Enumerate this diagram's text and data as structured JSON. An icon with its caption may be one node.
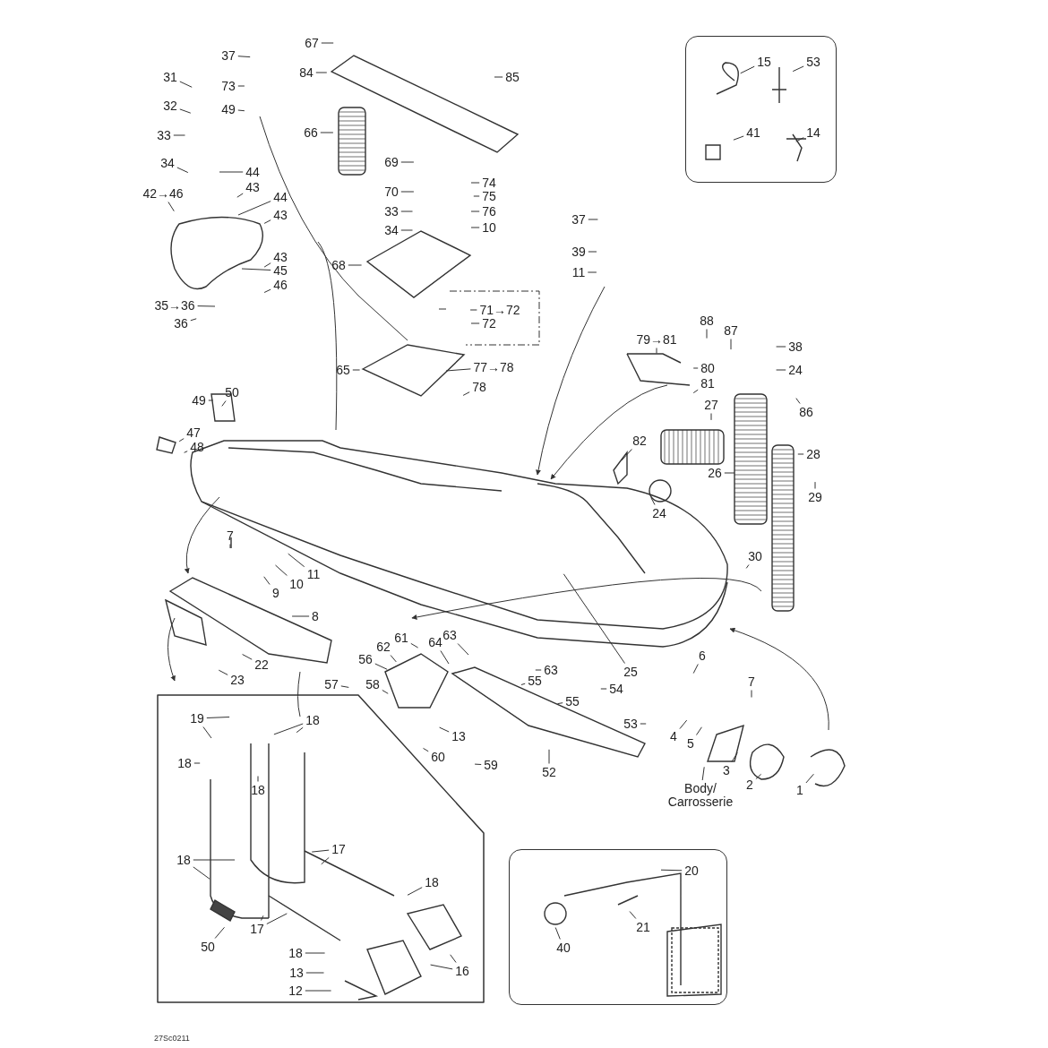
{
  "diagram": {
    "nodes": [
      {
        "text": [
          "37"
        ]
      },
      {
        "text": [
          "73"
        ]
      },
      {
        "text": [
          "49"
        ]
      },
      {
        "text": [
          "31"
        ]
      },
      {
        "text": [
          "32"
        ]
      },
      {
        "text": [
          "33"
        ]
      },
      {
        "text": [
          "34"
        ]
      },
      {
        "text": [
          "42→46"
        ]
      },
      {
        "text": [
          "44"
        ]
      },
      {
        "text": [
          "43"
        ]
      },
      {
        "text": [
          "44"
        ]
      },
      {
        "text": [
          "43"
        ]
      },
      {
        "text": [
          "43"
        ]
      },
      {
        "text": [
          "45"
        ]
      },
      {
        "text": [
          "46"
        ]
      },
      {
        "text": [
          "35→36"
        ]
      },
      {
        "text": [
          "36"
        ]
      },
      {
        "text": [
          "67"
        ]
      },
      {
        "text": [
          "84"
        ]
      },
      {
        "text": [
          "85"
        ]
      },
      {
        "text": [
          "66"
        ]
      },
      {
        "text": [
          "69"
        ]
      },
      {
        "text": [
          "70"
        ]
      },
      {
        "text": [
          "33"
        ]
      },
      {
        "text": [
          "34"
        ]
      },
      {
        "text": [
          "74"
        ]
      },
      {
        "text": [
          "75"
        ]
      },
      {
        "text": [
          "76"
        ]
      },
      {
        "text": [
          "10"
        ]
      },
      {
        "text": [
          "68"
        ]
      },
      {
        "text": [
          "71→72"
        ]
      },
      {
        "text": [
          "72"
        ]
      },
      {
        "text": [
          "65"
        ]
      },
      {
        "text": [
          "77→78"
        ]
      },
      {
        "text": [
          "78"
        ]
      },
      {
        "text": [],
        "shape": "box"
      },
      {
        "text": [
          "15"
        ],
        "in": 35
      },
      {
        "text": [
          "53"
        ],
        "in": 35
      },
      {
        "text": [
          "41"
        ],
        "in": 35
      },
      {
        "text": [
          "14"
        ],
        "in": 35
      },
      {
        "text": [
          "37"
        ]
      },
      {
        "text": [
          "39"
        ]
      },
      {
        "text": [
          "11"
        ]
      },
      {
        "text": [
          "88"
        ]
      },
      {
        "text": [
          "87"
        ]
      },
      {
        "text": [
          "79→81"
        ]
      },
      {
        "text": [
          "38"
        ]
      },
      {
        "text": [
          "80"
        ]
      },
      {
        "text": [
          "81"
        ]
      },
      {
        "text": [
          "24"
        ]
      },
      {
        "text": [
          "86"
        ]
      },
      {
        "text": [
          "27"
        ]
      },
      {
        "text": [
          "82"
        ]
      },
      {
        "text": [
          "28"
        ]
      },
      {
        "text": [
          "26"
        ]
      },
      {
        "text": [
          "29"
        ]
      },
      {
        "text": [
          "24"
        ]
      },
      {
        "text": [
          "30"
        ]
      },
      {
        "text": [
          "49"
        ]
      },
      {
        "text": [
          "50"
        ]
      },
      {
        "text": [
          "47"
        ]
      },
      {
        "text": [
          "48"
        ]
      },
      {
        "text": [
          "7"
        ]
      },
      {
        "text": [
          "11"
        ]
      },
      {
        "text": [
          "10"
        ]
      },
      {
        "text": [
          "9"
        ]
      },
      {
        "text": [
          "8"
        ]
      },
      {
        "text": [
          "22"
        ]
      },
      {
        "text": [
          "23"
        ]
      },
      {
        "text": [
          "61"
        ]
      },
      {
        "text": [
          "62"
        ]
      },
      {
        "text": [
          "64"
        ]
      },
      {
        "text": [
          "63"
        ]
      },
      {
        "text": [
          "56"
        ]
      },
      {
        "text": [
          "57"
        ]
      },
      {
        "text": [
          "58"
        ]
      },
      {
        "text": [
          "13"
        ]
      },
      {
        "text": [
          "60"
        ]
      },
      {
        "text": [
          "59"
        ]
      },
      {
        "text": [
          "63"
        ]
      },
      {
        "text": [
          "55"
        ]
      },
      {
        "text": [
          "54"
        ]
      },
      {
        "text": [
          "55"
        ]
      },
      {
        "text": [
          "53"
        ]
      },
      {
        "text": [
          "52"
        ]
      },
      {
        "text": [
          "25"
        ]
      },
      {
        "text": [
          "6"
        ]
      },
      {
        "text": [
          "7"
        ]
      },
      {
        "text": [
          "4"
        ]
      },
      {
        "text": [
          "5"
        ]
      },
      {
        "text": [
          "3"
        ]
      },
      {
        "text": [
          "2"
        ]
      },
      {
        "text": [
          "1"
        ]
      },
      {
        "text": [
          "Body/ Carrosserie"
        ]
      },
      {
        "text": [],
        "shape": "box"
      },
      {
        "text": [
          "19"
        ],
        "in": 94
      },
      {
        "text": [
          "18"
        ],
        "in": 94
      },
      {
        "text": [
          "18"
        ],
        "in": 94
      },
      {
        "text": [
          "18"
        ],
        "in": 94
      },
      {
        "text": [
          "17"
        ],
        "in": 94
      },
      {
        "text": [
          "18"
        ],
        "in": 94
      },
      {
        "text": [
          "18"
        ],
        "in": 94
      },
      {
        "text": [
          "50"
        ],
        "in": 94
      },
      {
        "text": [
          "17"
        ],
        "in": 94
      },
      {
        "text": [
          "18"
        ],
        "in": 94
      },
      {
        "text": [
          "13"
        ],
        "in": 94
      },
      {
        "text": [
          "12"
        ],
        "in": 94
      },
      {
        "text": [
          "16"
        ],
        "in": 94
      },
      {
        "text": [],
        "shape": "box"
      },
      {
        "text": [
          "20"
        ],
        "in": 108
      },
      {
        "text": [
          "21"
        ],
        "in": 108
      },
      {
        "text": [
          "40"
        ],
        "in": 108
      }
    ],
    "edges": [
      {
        "from": 0,
        "to": null,
        "arrow": "none"
      },
      {
        "from": 1,
        "to": null,
        "arrow": "none"
      },
      {
        "from": 2,
        "to": null,
        "arrow": "none"
      },
      {
        "from": 3,
        "to": null,
        "arrow": "none"
      },
      {
        "from": 4,
        "to": null,
        "arrow": "none"
      },
      {
        "from": 5,
        "to": null,
        "arrow": "none"
      },
      {
        "from": 6,
        "to": null,
        "arrow": "none"
      },
      {
        "from": 7,
        "to": null,
        "arrow": "none"
      },
      {
        "from": 8,
        "to": null,
        "arrow": "none"
      },
      {
        "from": 9,
        "to": null,
        "arrow": "none"
      },
      {
        "from": 10,
        "to": null,
        "arrow": "none"
      },
      {
        "from": 11,
        "to": null,
        "arrow": "none"
      },
      {
        "from": 12,
        "to": null,
        "arrow": "none"
      },
      {
        "from": 13,
        "to": null,
        "arrow": "none"
      },
      {
        "from": 14,
        "to": null,
        "arrow": "none"
      },
      {
        "from": 15,
        "to": null,
        "arrow": "none"
      },
      {
        "from": 16,
        "to": null,
        "arrow": "none"
      },
      {
        "from": 17,
        "to": null,
        "arrow": "none"
      },
      {
        "from": 18,
        "to": null,
        "arrow": "none"
      },
      {
        "from": 19,
        "to": null,
        "arrow": "none"
      },
      {
        "from": 20,
        "to": null,
        "arrow": "none"
      },
      {
        "from": 21,
        "to": null,
        "arrow": "none"
      },
      {
        "from": 22,
        "to": null,
        "arrow": "none"
      },
      {
        "from": 23,
        "to": null,
        "arrow": "none"
      },
      {
        "from": 24,
        "to": null,
        "arrow": "none"
      },
      {
        "from": 25,
        "to": null,
        "arrow": "none"
      },
      {
        "from": 26,
        "to": null,
        "arrow": "none"
      },
      {
        "from": 27,
        "to": null,
        "arrow": "none"
      },
      {
        "from": 28,
        "to": null,
        "arrow": "none"
      },
      {
        "from": 29,
        "to": null,
        "arrow": "none"
      },
      {
        "from": 30,
        "to": null,
        "arrow": "none"
      },
      {
        "from": 31,
        "to": null,
        "arrow": "none"
      },
      {
        "from": 32,
        "to": null,
        "arrow": "none"
      },
      {
        "from": 33,
        "to": null,
        "arrow": "none"
      },
      {
        "from": 34,
        "to": null,
        "arrow": "none"
      },
      {
        "from": 36,
        "to": null,
        "arrow": "none"
      },
      {
        "from": 37,
        "to": null,
        "arrow": "none"
      },
      {
        "from": 38,
        "to": null,
        "arrow": "none"
      },
      {
        "from": 39,
        "to": null,
        "arrow": "none"
      },
      {
        "from": 40,
        "to": null,
        "arrow": "none"
      },
      {
        "from": 41,
        "to": null,
        "arrow": "none"
      },
      {
        "from": 42,
        "to": null,
        "arrow": "none"
      },
      {
        "from": 43,
        "to": null,
        "arrow": "none"
      },
      {
        "from": 44,
        "to": null,
        "arrow": "none"
      },
      {
        "from": 45,
        "to": null,
        "arrow": "none"
      },
      {
        "from": 46,
        "to": null,
        "arrow": "none"
      },
      {
        "from": 47,
        "to": null,
        "arrow": "none"
      },
      {
        "from": 48,
        "to": null,
        "arrow": "none"
      },
      {
        "from": 49,
        "to": null,
        "arrow": "none"
      },
      {
        "from": 50,
        "to": null,
        "arrow": "none"
      },
      {
        "from": 51,
        "to": null,
        "arrow": "none"
      },
      {
        "from": 52,
        "to": null,
        "arrow": "none"
      },
      {
        "from": 53,
        "to": null,
        "arrow": "none"
      },
      {
        "from": 54,
        "to": null,
        "arrow": "none"
      },
      {
        "from": 55,
        "to": null,
        "arrow": "none"
      },
      {
        "from": 56,
        "to": null,
        "arrow": "none"
      },
      {
        "from": 57,
        "to": null,
        "arrow": "none"
      },
      {
        "from": 58,
        "to": null,
        "arrow": "none"
      },
      {
        "from": 59,
        "to": null,
        "arrow": "none"
      },
      {
        "from": 60,
        "to": null,
        "arrow": "none"
      },
      {
        "from": 61,
        "to": null,
        "arrow": "none"
      },
      {
        "from": 62,
        "to": null,
        "arrow": "none"
      },
      {
        "from": 63,
        "to": null,
        "arrow": "none"
      },
      {
        "from": 64,
        "to": null,
        "arrow": "none"
      },
      {
        "from": 65,
        "to": null,
        "arrow": "none"
      },
      {
        "from": 66,
        "to": null,
        "arrow": "none"
      },
      {
        "from": 67,
        "to": null,
        "arrow": "none"
      },
      {
        "from": 68,
        "to": null,
        "arrow": "none"
      },
      {
        "from": 69,
        "to": null,
        "arrow": "none"
      },
      {
        "from": 70,
        "to": null,
        "arrow": "none"
      },
      {
        "from": 71,
        "to": null,
        "arrow": "none"
      },
      {
        "from": 72,
        "to": null,
        "arrow": "none"
      },
      {
        "from": 73,
        "to": null,
        "arrow": "none"
      },
      {
        "from": 74,
        "to": null,
        "arrow": "none"
      },
      {
        "from": 75,
        "to": null,
        "arrow": "none"
      },
      {
        "from": 76,
        "to": null,
        "arrow": "none"
      },
      {
        "from": 77,
        "to": null,
        "arrow": "none"
      },
      {
        "from": 78,
        "to": null,
        "arrow": "none"
      },
      {
        "from": 79,
        "to": null,
        "arrow": "none"
      },
      {
        "from": 80,
        "to": null,
        "arrow": "none"
      },
      {
        "from": 81,
        "to": null,
        "arrow": "none"
      },
      {
        "from": 82,
        "to": null,
        "arrow": "none"
      },
      {
        "from": 83,
        "to": null,
        "arrow": "none"
      },
      {
        "from": 84,
        "to": null,
        "arrow": "none"
      },
      {
        "from": 85,
        "to": null,
        "arrow": "none"
      },
      {
        "from": 86,
        "to": null,
        "arrow": "none"
      },
      {
        "from": 87,
        "to": null,
        "arrow": "none"
      },
      {
        "from": 88,
        "to": null,
        "arrow": "none"
      },
      {
        "from": 89,
        "to": null,
        "arrow": "none"
      },
      {
        "from": 90,
        "to": null,
        "arrow": "none"
      },
      {
        "from": 91,
        "to": null,
        "arrow": "none"
      },
      {
        "from": 92,
        "to": null,
        "arrow": "none"
      },
      {
        "from": 93,
        "to": null,
        "arrow": "none"
      },
      {
        "from": 95,
        "to": null,
        "arrow": "none"
      },
      {
        "from": 95,
        "to": null,
        "arrow": "none"
      },
      {
        "from": 96,
        "to": null,
        "arrow": "none"
      },
      {
        "from": 96,
        "to": null,
        "arrow": "none"
      },
      {
        "from": 97,
        "to": null,
        "arrow": "none"
      },
      {
        "from": 98,
        "to": null,
        "arrow": "none"
      },
      {
        "from": 99,
        "to": null,
        "arrow": "none"
      },
      {
        "from": 99,
        "to": null,
        "arrow": "none"
      },
      {
        "from": 100,
        "to": null,
        "arrow": "none"
      },
      {
        "from": 100,
        "to": null,
        "arrow": "none"
      },
      {
        "from": 101,
        "to": null,
        "arrow": "none"
      },
      {
        "from": 102,
        "to": null,
        "arrow": "none"
      },
      {
        "from": 103,
        "to": null,
        "arrow": "none"
      },
      {
        "from": 103,
        "to": null,
        "arrow": "none"
      },
      {
        "from": 104,
        "to": null,
        "arrow": "none"
      },
      {
        "from": 105,
        "to": null,
        "arrow": "none"
      },
      {
        "from": 106,
        "to": null,
        "arrow": "none"
      },
      {
        "from": 107,
        "to": null,
        "arrow": "none"
      },
      {
        "from": 107,
        "to": null,
        "arrow": "none"
      },
      {
        "from": 109,
        "to": null,
        "arrow": "none"
      },
      {
        "from": 110,
        "to": null,
        "arrow": "none"
      },
      {
        "from": 111,
        "to": null,
        "arrow": "none"
      }
    ],
    "labels": [
      "27Sc0211"
    ]
  }
}
